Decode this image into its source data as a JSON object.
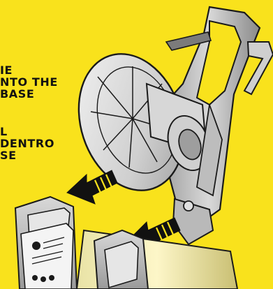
{
  "instruction_en": {
    "lines": [
      "IE",
      "NTO THE",
      "BASE"
    ]
  },
  "instruction_es": {
    "lines": [
      "L",
      "DENTRO",
      "SE"
    ]
  },
  "logo_text": "",
  "colors": {
    "background": "#F9E21C",
    "arrow": "#111111",
    "outline": "#1A1A1A",
    "reel_light": "#E4E4E4",
    "reel_mid": "#C9C9C9",
    "reel_dark": "#8E8E8E"
  }
}
